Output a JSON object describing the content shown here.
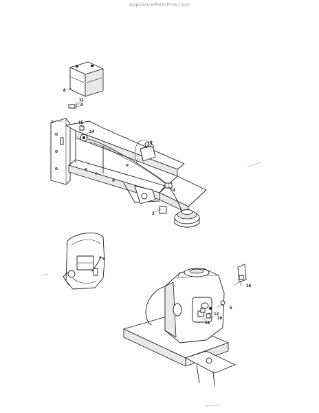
{
  "watermark": "AppliancePartsPros.com",
  "callouts": {
    "c1": "1",
    "c3": "3",
    "c4a": "4",
    "c4b": "4",
    "c5": "5",
    "c6": "6",
    "c8": "8",
    "c9": "9",
    "c10": "10",
    "c11": "11",
    "c12": "12",
    "c13": "13",
    "c14": "14",
    "c15": "15",
    "c16": "16"
  }
}
